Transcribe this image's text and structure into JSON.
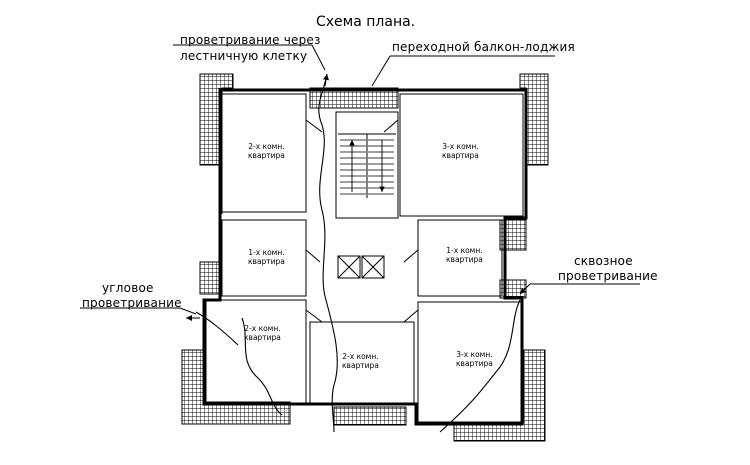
{
  "title": "Схема плана.",
  "notes": {
    "stair_vent_line1": "проветривание через",
    "stair_vent_line2": "лестничную клетку",
    "balcony": "переходной балкон-лоджия",
    "cross_vent_line1": "сквозное",
    "cross_vent_line2": "проветривание",
    "corner_vent_line1": "угловое",
    "corner_vent_line2": "проветривание"
  },
  "rooms": {
    "top_left": [
      "2-х комн.",
      "квартира"
    ],
    "top_right": [
      "3-х комн.",
      "квартира"
    ],
    "mid_left": [
      "1-х комн.",
      "квартира"
    ],
    "mid_right": [
      "1-х комн.",
      "квартира"
    ],
    "bottom_left": [
      "2-х комн.",
      "квартира"
    ],
    "bottom_mid": [
      "2-х комн.",
      "квартира"
    ],
    "bottom_right": [
      "3-х комн.",
      "квартира"
    ]
  }
}
